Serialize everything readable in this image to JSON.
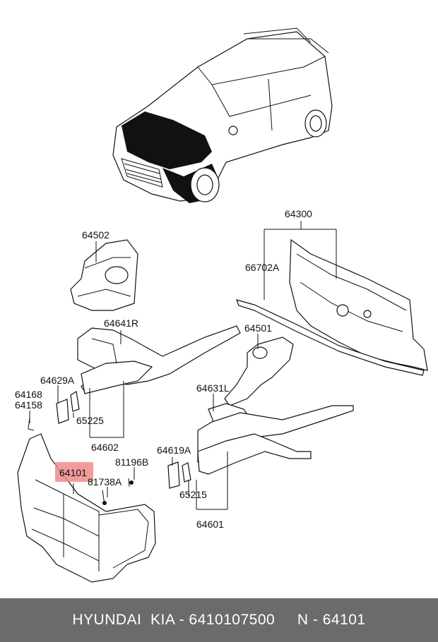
{
  "labels": {
    "p64300": "64300",
    "p66702A": "66702A",
    "p64502": "64502",
    "p64641R": "64641R",
    "p64501": "64501",
    "p64629A": "64629A",
    "p64168": "64168",
    "p64158": "64158",
    "p65225": "65225",
    "p64631L": "64631L",
    "p64602": "64602",
    "p64619A": "64619A",
    "p81196B": "81196B",
    "p64101": "64101",
    "p81738A": "81738A",
    "p65215": "65215",
    "p64601": "64601"
  },
  "footer": {
    "brand": "HYUNDAI  KIA - 6410107500",
    "part_no": "N - 64101"
  }
}
